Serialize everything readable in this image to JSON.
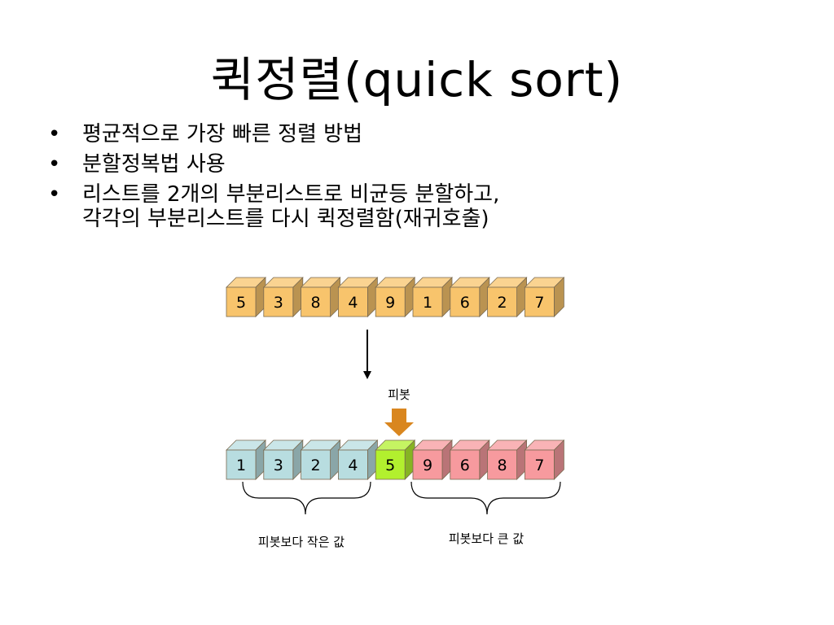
{
  "title": "퀵정렬(quick sort)",
  "bullets": [
    {
      "marker": "•",
      "lines": [
        "평균적으로 가장 빠른 정렬 방법"
      ]
    },
    {
      "marker": "•",
      "lines": [
        "분할정복법 사용"
      ]
    },
    {
      "marker": "•",
      "lines": [
        "리스트를 2개의 부분리스트로 비균등 분할하고,",
        "각각의 부분리스트를 다시 퀵정렬함(재귀호출)"
      ]
    }
  ],
  "diagram": {
    "input_array": [
      "5",
      "3",
      "8",
      "4",
      "9",
      "1",
      "6",
      "2",
      "7"
    ],
    "partitioned_array": [
      "1",
      "3",
      "2",
      "4",
      "5",
      "9",
      "6",
      "8",
      "7"
    ],
    "pivot_label": "피봇",
    "left_group_label": "피봇보다 작은 값",
    "right_group_label": "피봇보다 큰 값",
    "colors": {
      "input": "#f8c46c",
      "smaller": "#b8dde0",
      "pivot": "#b2f02e",
      "larger": "#f79a9e",
      "arrow": "#d9861f"
    }
  }
}
